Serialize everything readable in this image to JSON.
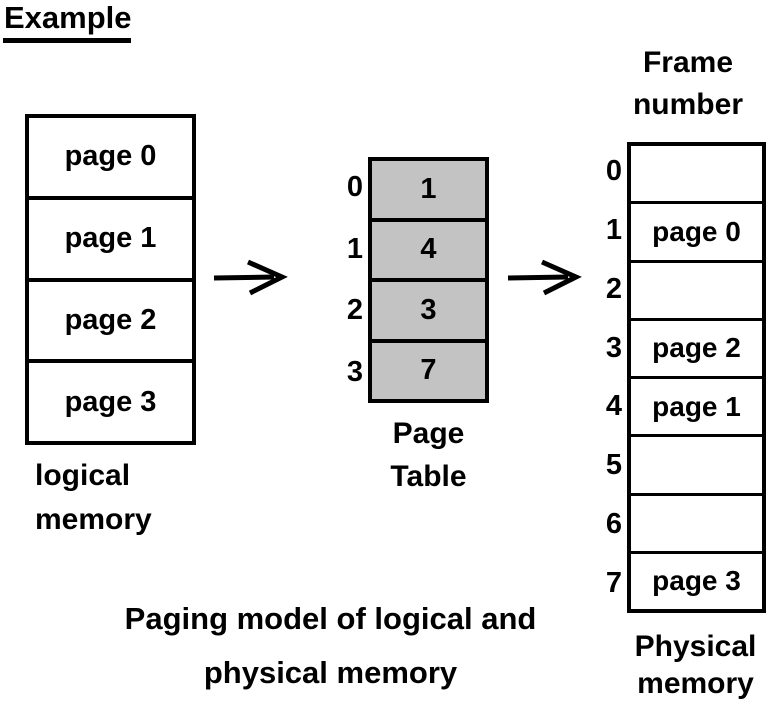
{
  "title": "Example",
  "caption": {
    "line1": "Paging model of logical and",
    "line2": "physical memory"
  },
  "logical_memory": {
    "rows": [
      "page 0",
      "page 1",
      "page 2",
      "page 3"
    ],
    "label_line1": "logical",
    "label_line2": "memory"
  },
  "page_table": {
    "rows": [
      {
        "index": "0",
        "value": "1"
      },
      {
        "index": "1",
        "value": "4"
      },
      {
        "index": "2",
        "value": "3"
      },
      {
        "index": "3",
        "value": "7"
      }
    ],
    "label_line1": "Page",
    "label_line2": "Table"
  },
  "physical_memory": {
    "header_line1": "Frame",
    "header_line2": "number",
    "rows": [
      {
        "frame": "0",
        "content": ""
      },
      {
        "frame": "1",
        "content": "page 0"
      },
      {
        "frame": "2",
        "content": ""
      },
      {
        "frame": "3",
        "content": "page 2"
      },
      {
        "frame": "4",
        "content": "page 1"
      },
      {
        "frame": "5",
        "content": ""
      },
      {
        "frame": "6",
        "content": ""
      },
      {
        "frame": "7",
        "content": "page 3"
      }
    ],
    "label_line1": "Physical",
    "label_line2": "memory"
  },
  "icons": {
    "arrow1": "arrow-right",
    "arrow2": "arrow-right"
  },
  "colors": {
    "background": "#ffffff",
    "text": "#000000",
    "border": "#000000",
    "page_table_cell": "#c3c3c3"
  }
}
